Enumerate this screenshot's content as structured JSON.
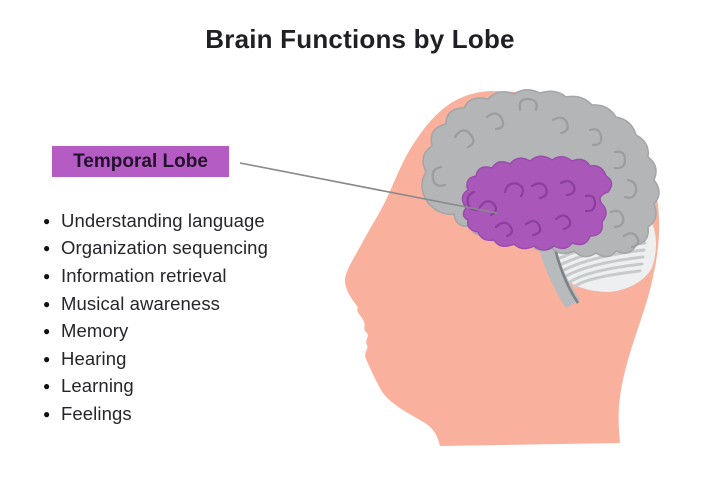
{
  "title": "Brain Functions by Lobe",
  "label": {
    "text": "Temporal Lobe"
  },
  "functions": {
    "bullet_glyph": "●",
    "items": [
      "Understanding language",
      "Organization sequencing",
      "Information retrieval",
      "Musical awareness",
      "Memory",
      "Hearing",
      "Learning",
      "Feelings"
    ]
  },
  "colors": {
    "skin": "#f9b09d",
    "brain_gray": "#b3b5b7",
    "brain_gyri": "#9b9ea1",
    "lobe_purple": "#a958ba",
    "lobe_gyri": "#8d3fa0",
    "label_bg": "#b55cc4",
    "cerebellum": "#edeff0",
    "cerebellum_stripe": "#c7cacb",
    "stem": "#b8bbbd",
    "stem_edge": "#7d8284",
    "connector": "#8a8a8a",
    "text": "#1f2023"
  }
}
